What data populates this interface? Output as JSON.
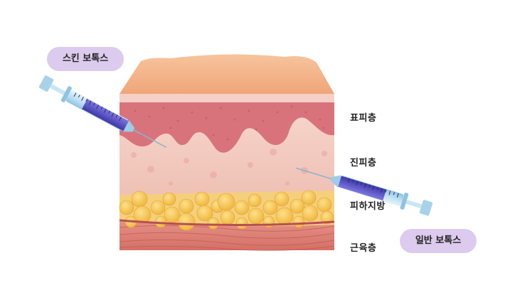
{
  "layers": {
    "epidermis": "표피층",
    "dermis": "진피층",
    "subcutaneous": "피하지방",
    "muscle": "근육층"
  },
  "callouts": {
    "skin_botox": "스킨 보톡스",
    "regular_botox": "일반 보톡스"
  },
  "colors": {
    "skin_top": "#f4b188",
    "epidermis": "#d9737b",
    "dermis": "#f2c7bd",
    "fat": "#f7c652",
    "muscle": "#d9857d",
    "pill": "#dccbee",
    "syringe_fluid": "#5a52c8"
  },
  "icons": [
    "syringe-icon"
  ]
}
